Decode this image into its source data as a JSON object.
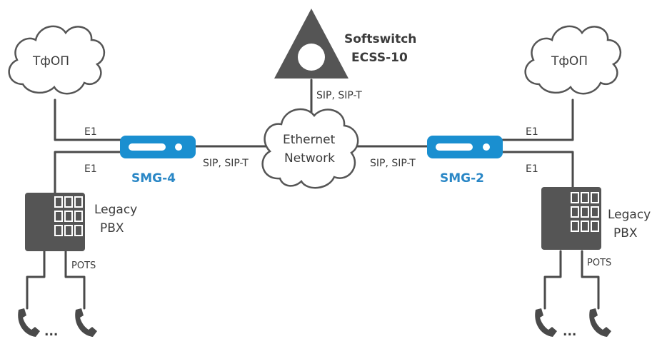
{
  "nodes": {
    "pstn_left": "ТфОП",
    "pstn_right": "ТфОП",
    "softswitch_name": "Softswitch",
    "softswitch_model": "ECSS-10",
    "network_line1": "Ethernet",
    "network_line2": "Network",
    "gateway_left": "SMG-4",
    "gateway_right": "SMG-2",
    "pbx_left_line1": "Legacy",
    "pbx_left_line2": "PBX",
    "pbx_right_line1": "Legacy",
    "pbx_right_line2": "PBX",
    "phones_left_ellipsis": "...",
    "phones_right_ellipsis": "..."
  },
  "links": {
    "softswitch_to_network": "SIP, SIP-T",
    "left_gw_to_network": "SIP, SIP-T",
    "network_to_right_gw": "SIP, SIP-T",
    "left_e1_top": "E1",
    "left_e1_bottom": "E1",
    "right_e1_top": "E1",
    "right_e1_bottom": "E1",
    "pots_left": "POTS",
    "pots_right": "POTS"
  },
  "colors": {
    "gateway_blue": "#1a8fd0",
    "gateway_label": "#2a87c6",
    "dark_gray": "#555555",
    "text_gray": "#3b3b3b"
  }
}
